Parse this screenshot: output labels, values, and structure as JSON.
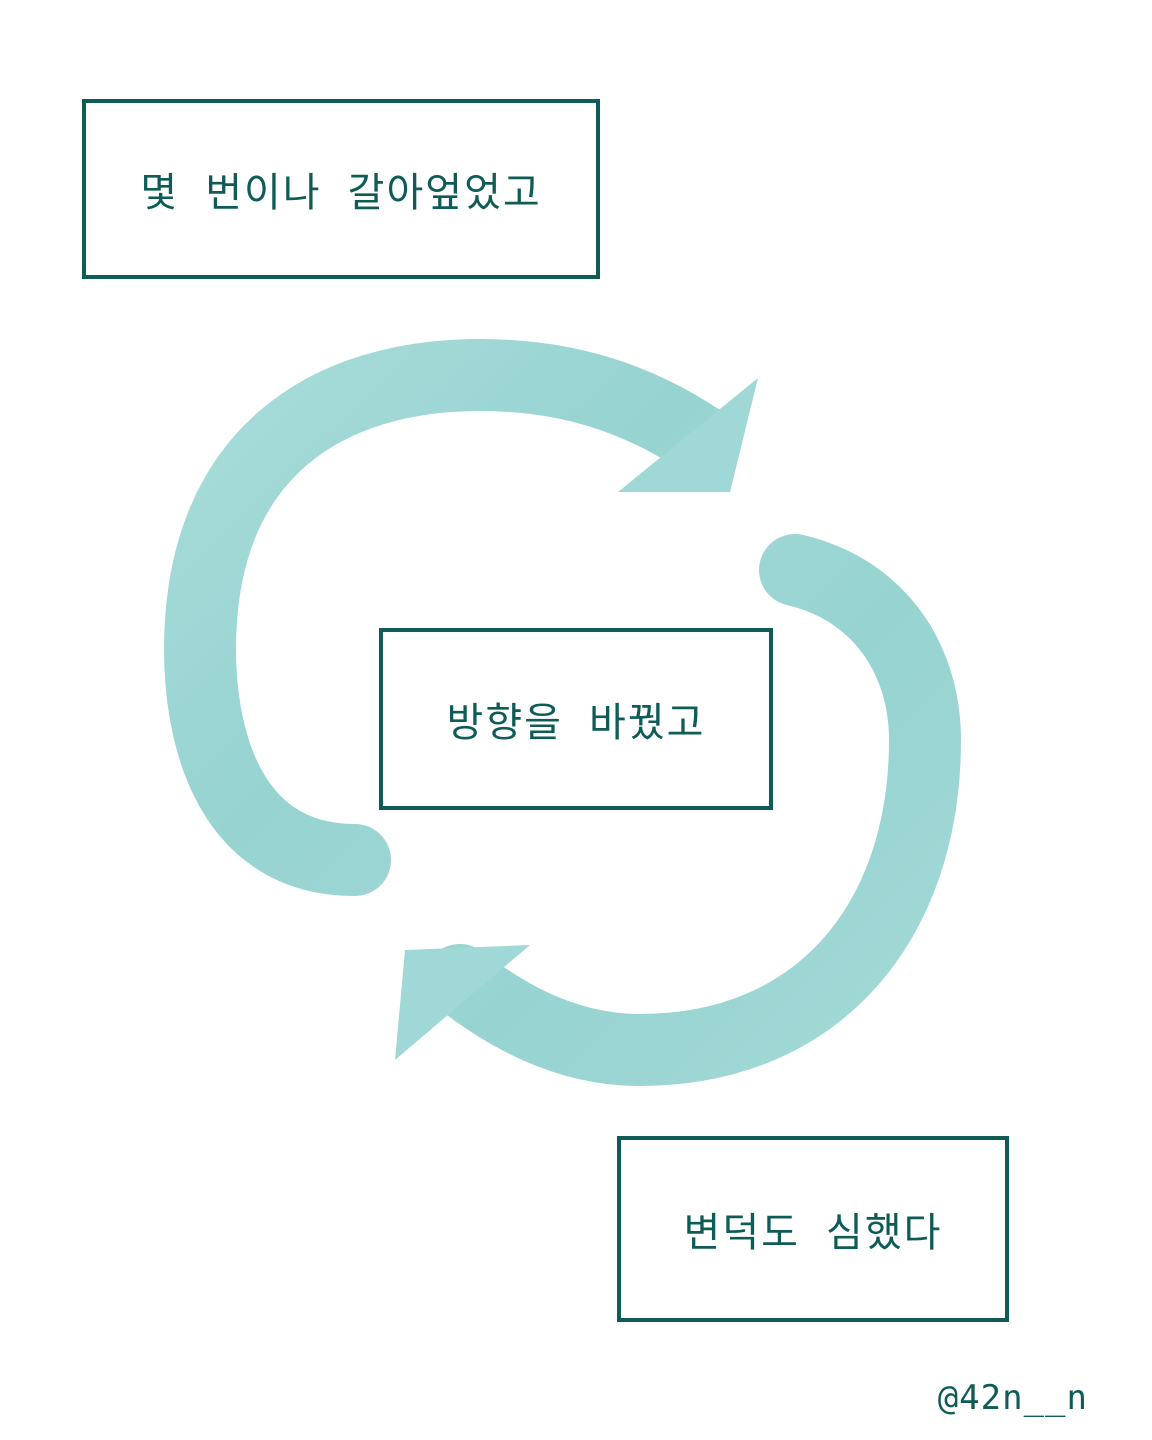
{
  "captions": {
    "top": "몇 번이나 갈아엎었고",
    "center": "방향을 바꿨고",
    "bottom": "변덕도 심했다"
  },
  "credit": {
    "handle": "@42n__n"
  },
  "colors": {
    "arrow": "#9fd8d6",
    "ink": "#0f5c57",
    "background": "#ffffff"
  },
  "icons": {
    "cycle": "circular-arrows-icon"
  }
}
